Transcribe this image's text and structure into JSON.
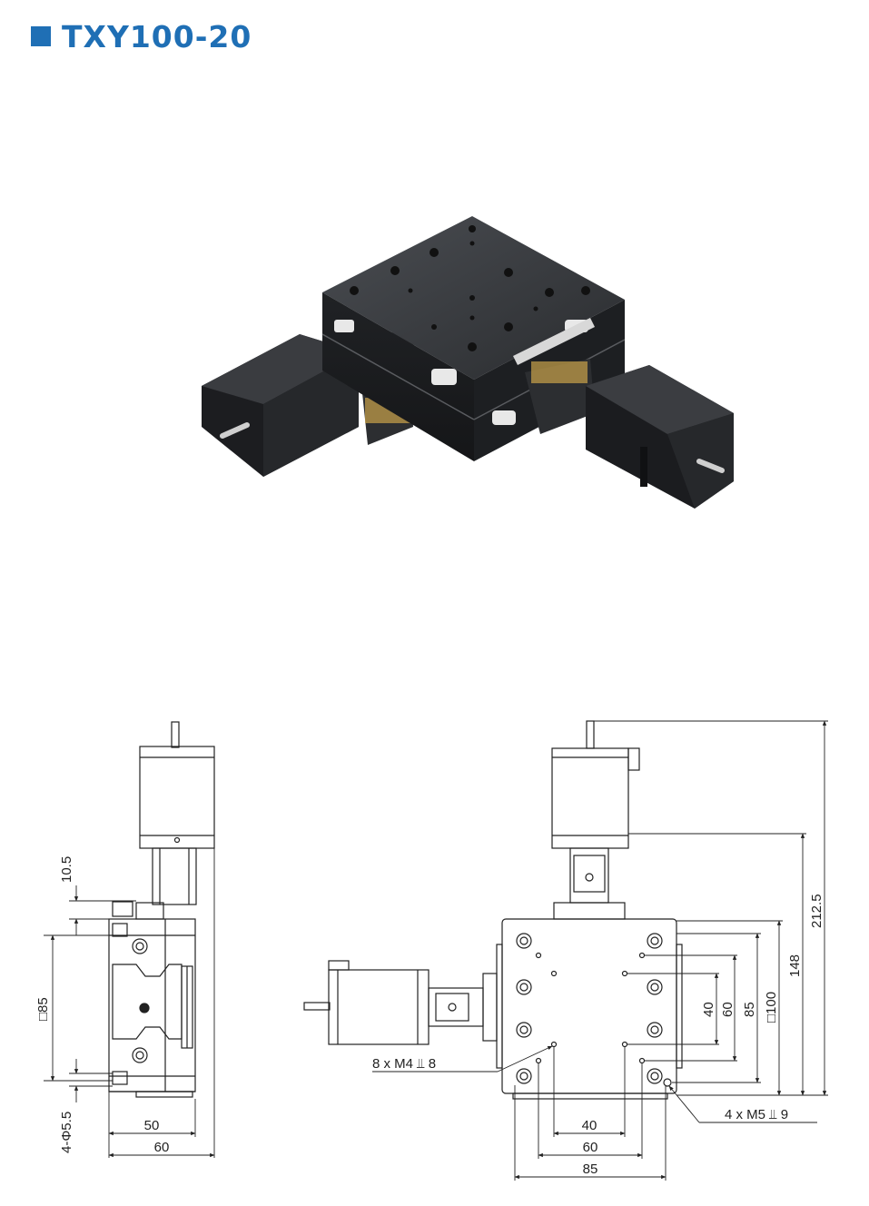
{
  "title": "TXY100-20",
  "colors": {
    "accent": "#1f6fb5",
    "stage_body": "#2b2d30",
    "drawing_line": "#222222"
  },
  "side_view": {
    "dims": {
      "d_10_5": "10.5",
      "d_sq85": "□85",
      "d_holes": "4-Φ5.5",
      "d_50": "50",
      "d_60": "60"
    }
  },
  "top_view": {
    "dims": {
      "d_212_5": "212.5",
      "d_148": "148",
      "d_sq100": "□100",
      "d_85v": "85",
      "d_60v": "60",
      "d_40v": "40",
      "d_40h": "40",
      "d_60h": "60",
      "d_85h": "85"
    },
    "callouts": {
      "m4": "8 x  M4 ⫫ 8",
      "m5": "4 x  M5 ⫫ 9"
    }
  }
}
